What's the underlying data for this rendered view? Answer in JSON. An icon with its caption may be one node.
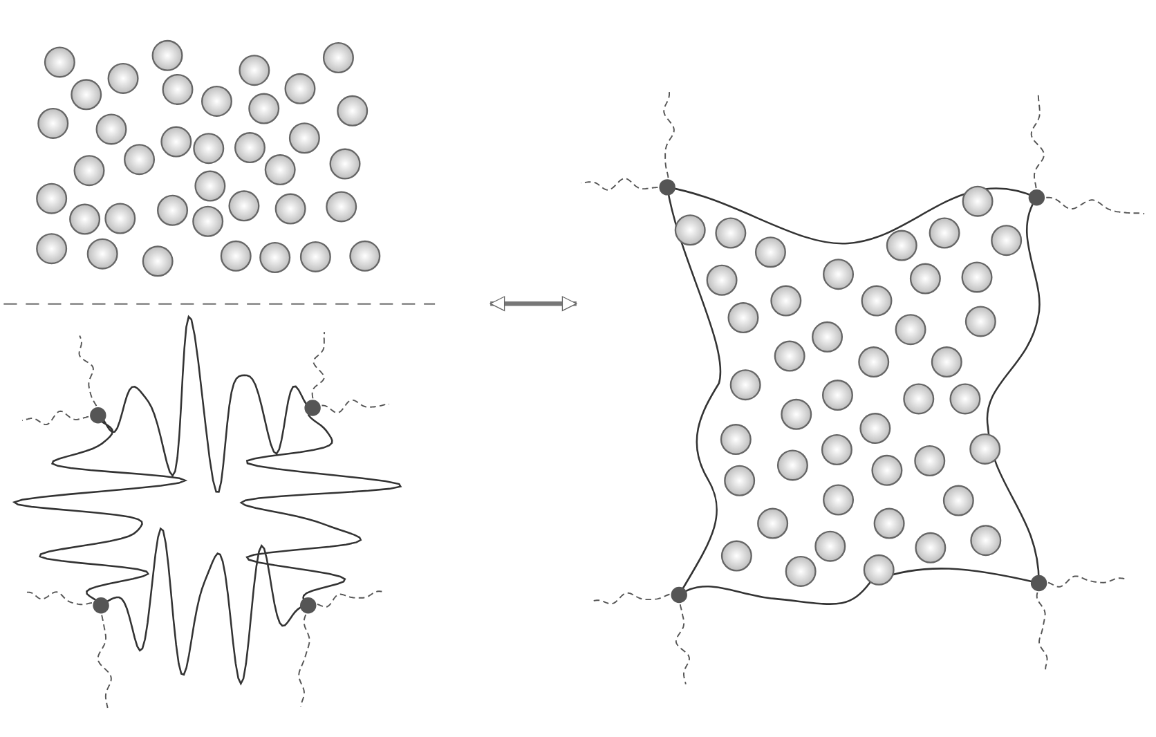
{
  "diagram": {
    "nodes": [
      {
        "text": [],
        "shape": "picture"
      },
      {
        "text": [],
        "shape": "picture"
      }
    ],
    "edges": [
      {
        "from": 0,
        "to": 1,
        "arrow": "both"
      }
    ]
  }
}
